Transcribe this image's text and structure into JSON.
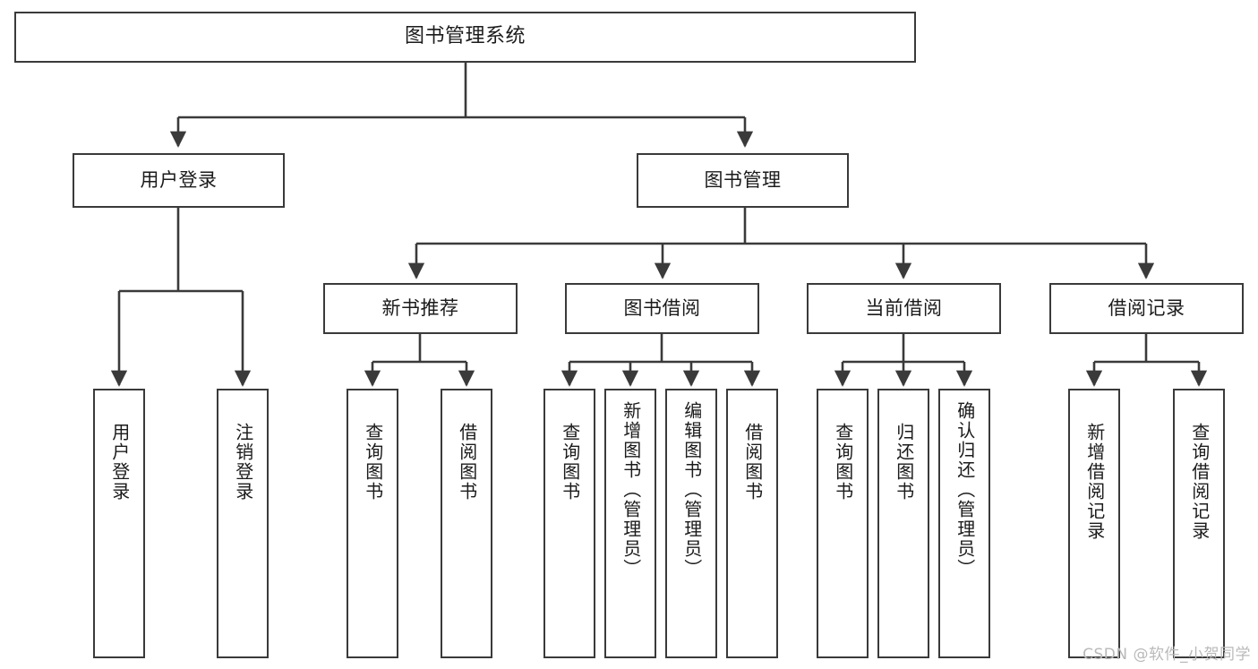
{
  "diagram": {
    "title": "图书管理系统",
    "watermark": "CSDN @软件_小贺同学",
    "line_color": "#3a3a3a",
    "box_fill": "#ffffff",
    "text_color": "#1b1b1b",
    "watermark_color": "#b9b9b9",
    "root": {
      "label": "图书管理系统"
    },
    "level2": [
      {
        "label": "用户登录"
      },
      {
        "label": "图书管理"
      }
    ],
    "level3": [
      {
        "label": "新书推荐"
      },
      {
        "label": "图书借阅"
      },
      {
        "label": "当前借阅"
      },
      {
        "label": "借阅记录"
      }
    ],
    "leaves": {
      "user_login": [
        {
          "label": "用户登录"
        },
        {
          "label": "注销登录"
        }
      ],
      "new_book_recommend": [
        {
          "label": "查询图书"
        },
        {
          "label": "借阅图书"
        }
      ],
      "book_borrow": [
        {
          "label": "查询图书"
        },
        {
          "label": "新增图书（管理员）"
        },
        {
          "label": "编辑图书（管理员）"
        },
        {
          "label": "借阅图书"
        }
      ],
      "current_borrow": [
        {
          "label": "查询图书"
        },
        {
          "label": "归还图书"
        },
        {
          "label": "确认归还（管理员）"
        }
      ],
      "borrow_record": [
        {
          "label": "新增借阅记录"
        },
        {
          "label": "查询借阅记录"
        }
      ]
    }
  }
}
